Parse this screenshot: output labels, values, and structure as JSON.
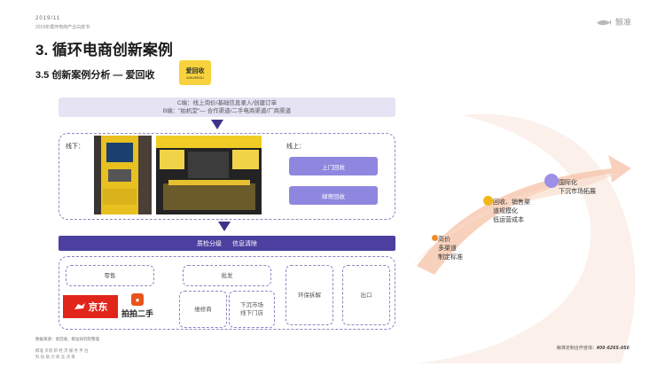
{
  "header": {
    "date": "2019/11",
    "report_name": "2019年循环电商产业白皮书",
    "brand": "鲸准"
  },
  "titles": {
    "main": "3. 循环电商创新案例",
    "sub": "3.5 创新案例分析 — 爱回收",
    "badge": "爱回收",
    "badge_sub": "AIHUISHOU"
  },
  "channels": {
    "c_end": "C端：线上询价/基础信息录入/创建订单",
    "b_end": "B端：\"拍机堂\"— 合作渠道/二手电商渠道/厂商渠道"
  },
  "offline": {
    "label": "线下："
  },
  "online": {
    "label": "线上：",
    "buttons": [
      "上门回收",
      "邮寄回收"
    ]
  },
  "process_bar": {
    "left": "质检分级",
    "right": "信息清除"
  },
  "outlets": {
    "retail": "零售",
    "wholesale": "批发",
    "repair": "维修商",
    "lower_market": "下沉市场\n线下门店",
    "eco_dismantle": "环保拆解",
    "export": "出口",
    "jd_logo_text": "京东",
    "paipai_logo_text": "拍拍二手"
  },
  "stages": [
    {
      "lines": [
        "高价",
        "多渠道",
        "制定标准"
      ],
      "color": "#f08c2a"
    },
    {
      "lines": [
        "回收、销售渠",
        "道规模化",
        "低运营成本"
      ],
      "color": "#f3b818"
    },
    {
      "lines": [
        "国际化",
        "下沉市场拓展"
      ],
      "color": "#9d8ee6"
    }
  ],
  "footer": {
    "source": "数据来源：爱回收，鲸准研究院整理",
    "line1": "鲸准 贝塔 新 经 济 服 务 平 台",
    "line2": "科 技 助 力 商 业 决 策",
    "hotline_label": "鲸准定制合作咨询：",
    "hotline_number": "400-6265-050"
  }
}
